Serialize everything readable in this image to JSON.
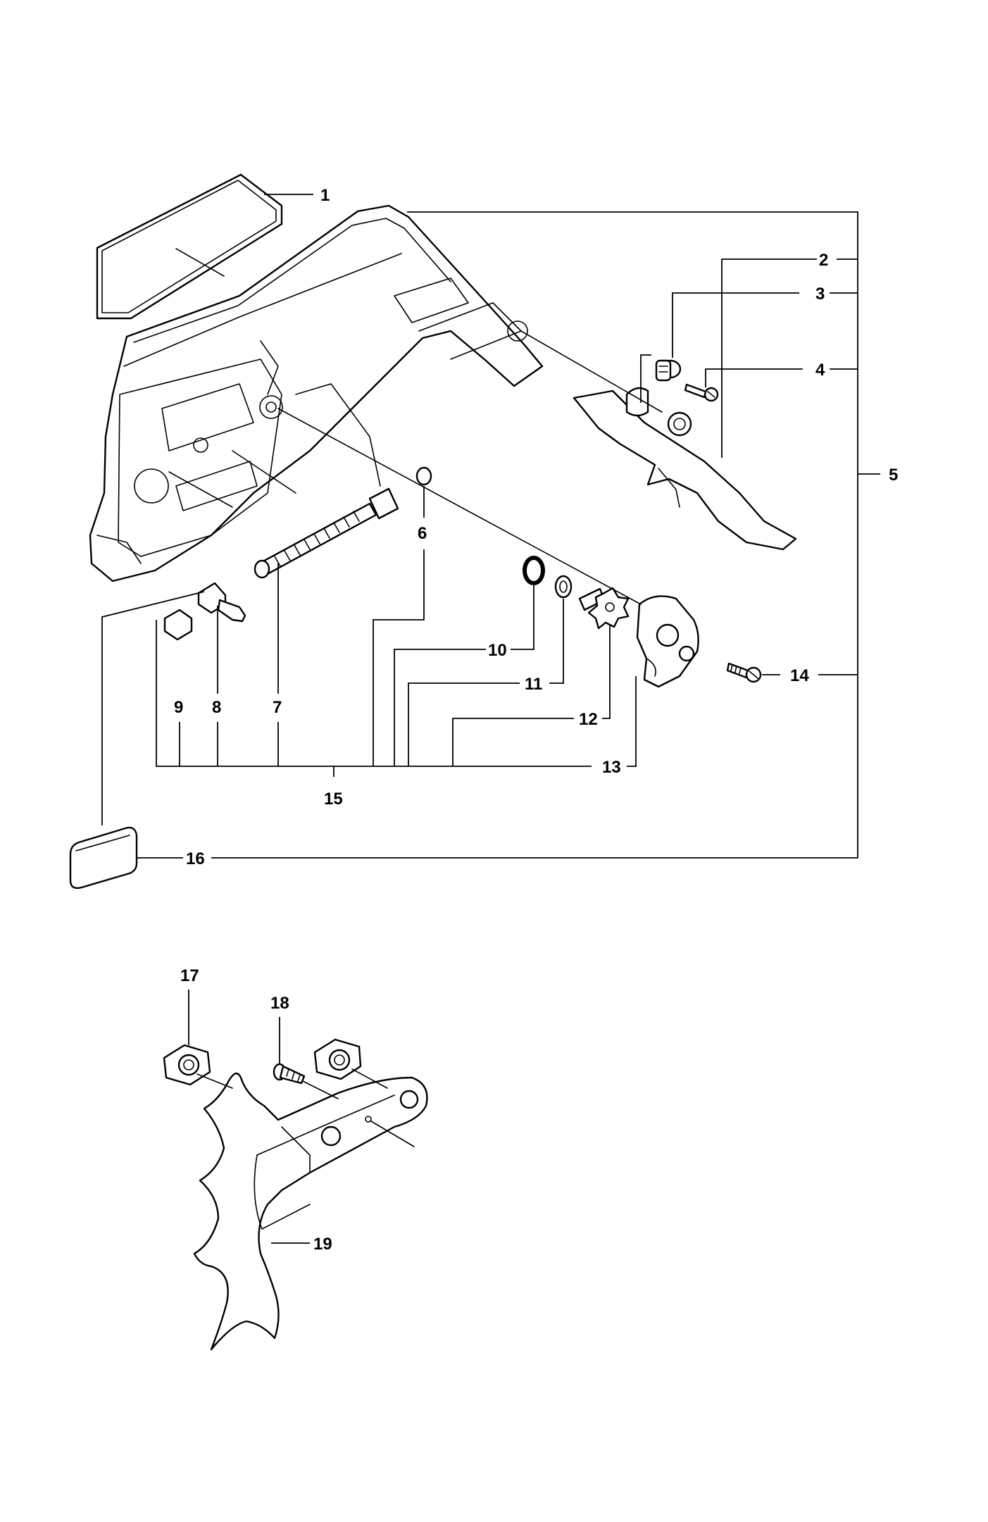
{
  "diagram": {
    "callouts": {
      "c1": "1",
      "c2": "2",
      "c3": "3",
      "c4": "4",
      "c5": "5",
      "c6": "6",
      "c7": "7",
      "c8": "8",
      "c9": "9",
      "c10": "10",
      "c11": "11",
      "c12": "12",
      "c13": "13",
      "c14": "14",
      "c15": "15",
      "c16": "16",
      "c17": "17",
      "c18": "18",
      "c19": "19"
    },
    "colors": {
      "line": "#000000",
      "background": "#ffffff"
    }
  }
}
